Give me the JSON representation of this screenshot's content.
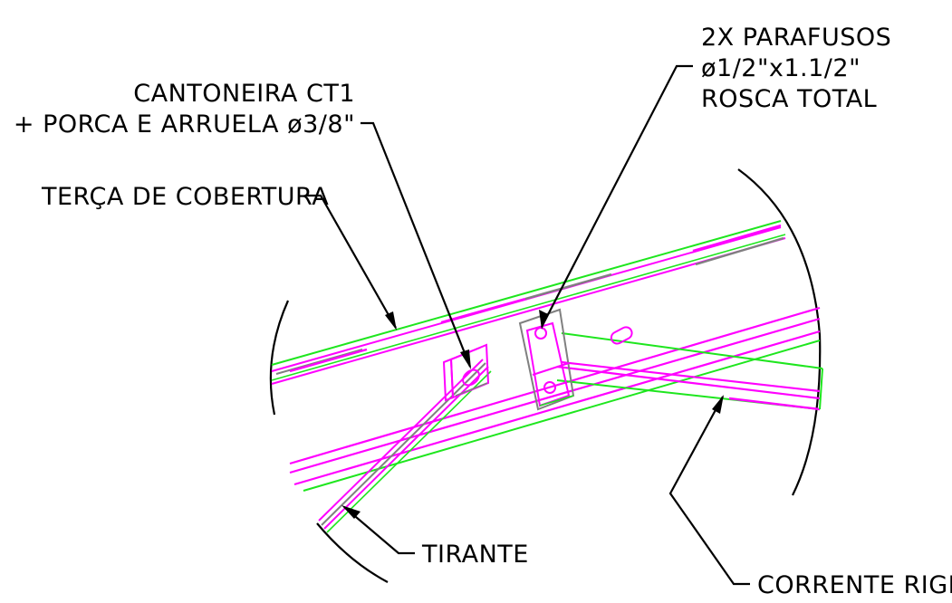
{
  "colors": {
    "green": "#1ee61e",
    "magenta": "#ff00ff",
    "gray": "#808080",
    "black": "#000000"
  },
  "labels": {
    "parafusos_line1": "2X PARAFUSOS",
    "parafusos_line2": "ø1/2\"x1.1/2\"",
    "parafusos_line3": "ROSCA TOTAL",
    "cantoneira_line1": "CANTONEIRA CT1",
    "cantoneira_line2": "+ PORCA E ARRUELA ø3/8\"",
    "terca": "TERÇA DE COBERTURA",
    "tirante": "TIRANTE",
    "corrente": "CORRENTE RIGIDA"
  }
}
